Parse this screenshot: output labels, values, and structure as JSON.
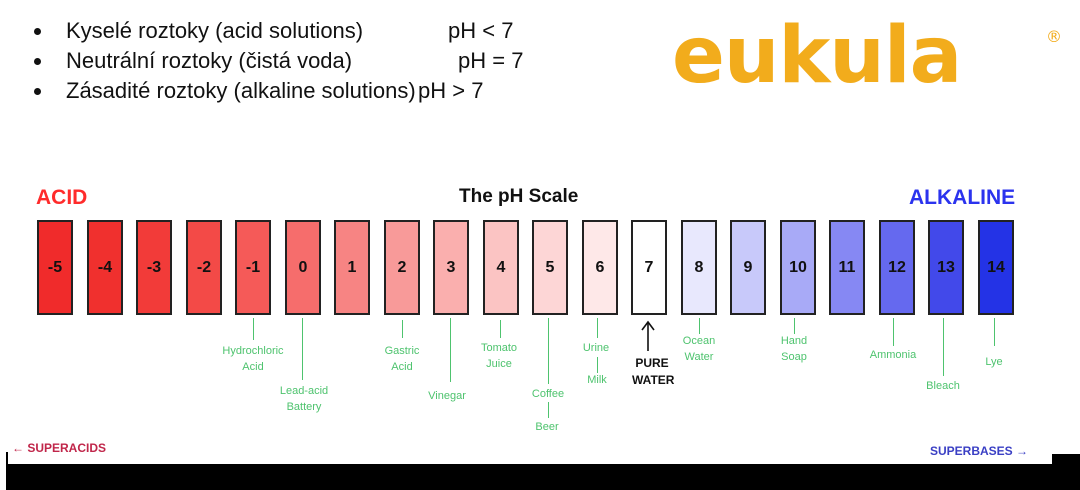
{
  "bullets": [
    {
      "text": "Kyselé roztoky (acid solutions)",
      "ph": "pH < 7"
    },
    {
      "text": "Neutrální roztoky (čistá voda)",
      "ph": "pH = 7"
    },
    {
      "text": "Zásadité roztoky (alkaline solutions)",
      "ph": "pH > 7"
    }
  ],
  "logo": {
    "text": "eukula",
    "registered": "®",
    "color": "#f2ac1c"
  },
  "scale": {
    "title": "The pH Scale",
    "acid_label": "ACID",
    "alkaline_label": "ALKALINE",
    "superacids": "← SUPERACIDS",
    "superbases": "SUPERBASES →",
    "levels": [
      {
        "value": "-5",
        "color": "#f02b2b"
      },
      {
        "value": "-4",
        "color": "#f0302e"
      },
      {
        "value": "-3",
        "color": "#f23b39"
      },
      {
        "value": "-2",
        "color": "#f34a47"
      },
      {
        "value": "-1",
        "color": "#f55a58"
      },
      {
        "value": "0",
        "color": "#f66d6c"
      },
      {
        "value": "1",
        "color": "#f78483"
      },
      {
        "value": "2",
        "color": "#f89a99"
      },
      {
        "value": "3",
        "color": "#faafae"
      },
      {
        "value": "4",
        "color": "#fbc4c3"
      },
      {
        "value": "5",
        "color": "#fdd6d6"
      },
      {
        "value": "6",
        "color": "#fee8e8"
      },
      {
        "value": "7",
        "color": "#ffffff"
      },
      {
        "value": "8",
        "color": "#e8e8fd"
      },
      {
        "value": "9",
        "color": "#c8c9fa"
      },
      {
        "value": "10",
        "color": "#a8aaf7"
      },
      {
        "value": "11",
        "color": "#8688f3"
      },
      {
        "value": "12",
        "color": "#6569ef"
      },
      {
        "value": "13",
        "color": "#4249ea"
      },
      {
        "value": "14",
        "color": "#2433e6"
      }
    ],
    "examples": {
      "hydrochloric_acid": "Hydrochloric\nAcid",
      "lead_acid_battery": "Lead-acid\nBattery",
      "gastric_acid": "Gastric\nAcid",
      "vinegar": "Vinegar",
      "tomato_juice": "Tomato\nJuice",
      "coffee": "Coffee",
      "beer": "Beer",
      "urine": "Urine",
      "milk": "Milk",
      "pure_water": "PURE\nWATER",
      "ocean_water": "Ocean\nWater",
      "hand_soap": "Hand\nSoap",
      "ammonia": "Ammonia",
      "bleach": "Bleach",
      "lye": "Lye"
    }
  }
}
